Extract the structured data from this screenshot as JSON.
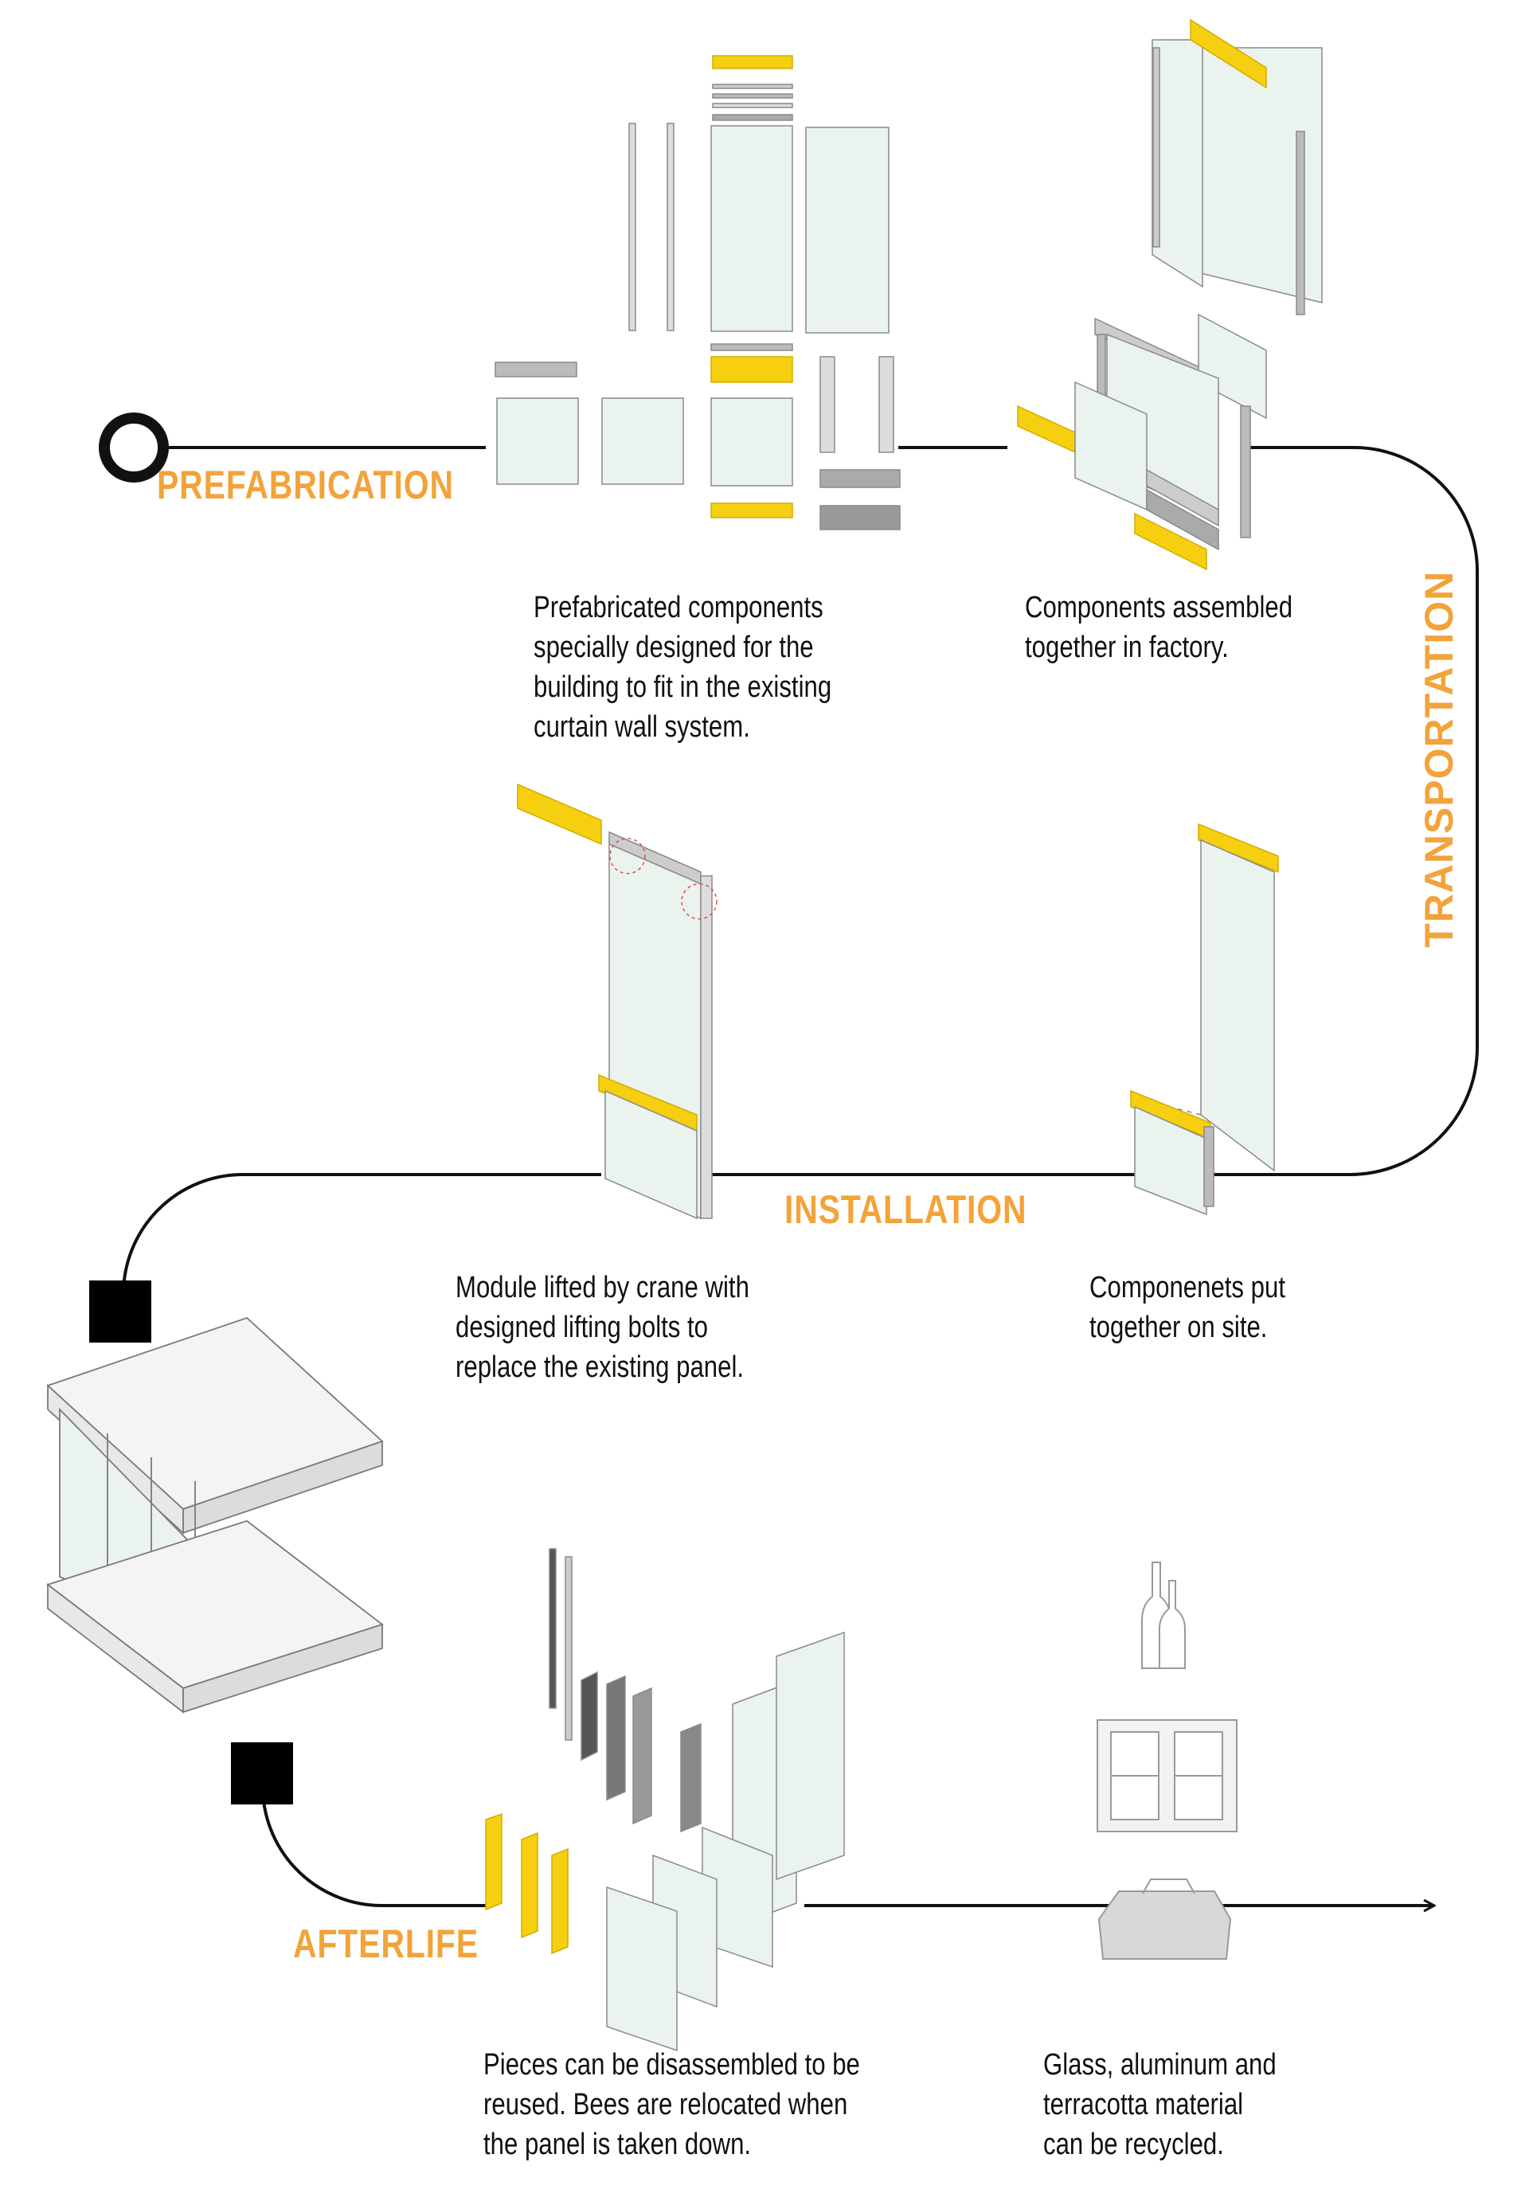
{
  "stages": {
    "prefabrication": "PREFABRICATION",
    "transportation": "TRANSPORTATION",
    "installation": "INSTALLATION",
    "afterlife": "AFTERLIFE"
  },
  "captions": {
    "prefab_components": [
      "Prefabricated components",
      "specially designed for the",
      "building to fit in the existing",
      "curtain wall system."
    ],
    "factory_assembly": [
      "Components assembled",
      "together in factory."
    ],
    "crane_lift": [
      "Module lifted by crane with",
      "designed lifting bolts to",
      "replace the existing panel."
    ],
    "site_assembly": [
      "Componenets put",
      "together on site."
    ],
    "disassembly": [
      "Pieces can be disassembled to be",
      "reused. Bees are relocated when",
      "the panel is taken down."
    ],
    "recycling": [
      "Glass, aluminum and",
      "terracotta material",
      "can be recycled."
    ]
  },
  "colors": {
    "accent_label": "#F2A33A",
    "yellow_part": "#F5CF10",
    "glass": "#EAF3EE",
    "line": "#111111",
    "caption_text": "#111111"
  }
}
